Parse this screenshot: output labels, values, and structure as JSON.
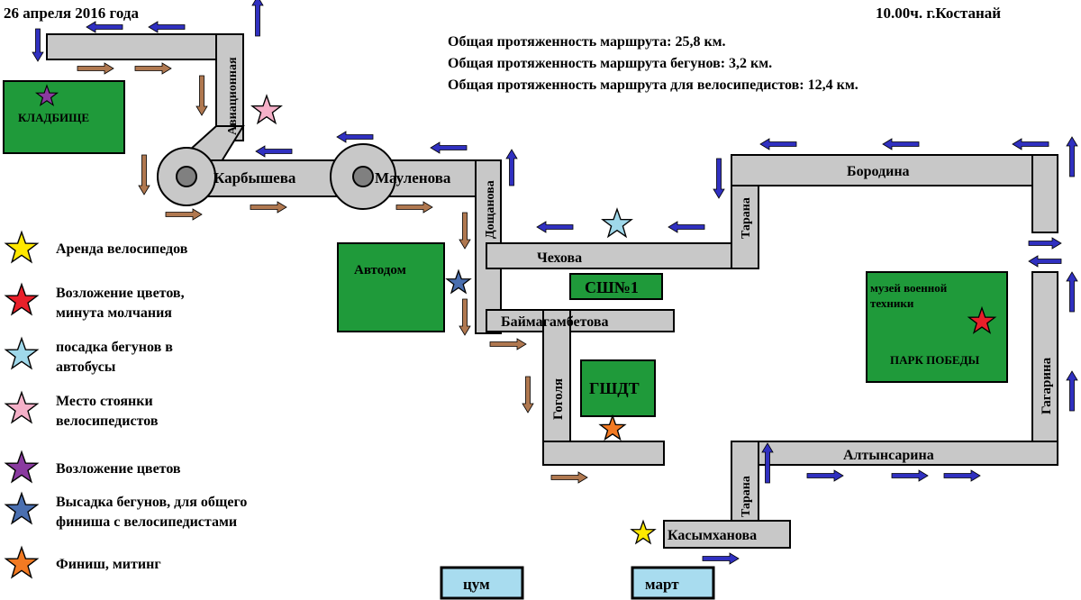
{
  "header": {
    "date": "26 апреля 2016 года",
    "time_city": "10.00ч. г.Костанай"
  },
  "summary": {
    "line1": "Общая протяженность маршрута: 25,8 км.",
    "line2": "Общая протяженность маршрута бегунов: 3,2 км.",
    "line3": "Общая протяженность маршрута для велосипедистов: 12,4 км."
  },
  "streets": {
    "aviatsionnaya": "Авиационная",
    "karbysheva": "Карбышева",
    "maulenova": "Мауленова",
    "doshanova": "Дощанова",
    "chekhova": "Чехова",
    "baimagambetova": "Баймагамбетова",
    "gogolya": "Гоголя",
    "tarana_top": "Тарана",
    "borodina": "Бородина",
    "gagarina": "Гагарина",
    "altynsarina": "Алтынсарина",
    "tarana_bottom": "Тарана",
    "kasymkhanova": "Касымханова"
  },
  "places": {
    "kladbishche": "КЛАДБИЩЕ",
    "avtodom": "Автодом",
    "sshn1": "СШ№1",
    "gshdt": "ГШДТ",
    "museum_line1": "музей военной",
    "museum_line2": "техники",
    "park": "ПАРК ПОБЕДЫ",
    "tsum": "цум",
    "mart": "март"
  },
  "colors": {
    "street": "#c8c8c8",
    "building": "#1f9a3a",
    "shop": "#a8dcef",
    "arrow_blue": "#3030c0",
    "arrow_brown": "#b07850"
  },
  "legend": [
    {
      "icon": "yellow-star-icon",
      "color": "#ffe800",
      "line1": "Аренда велосипедов",
      "line2": ""
    },
    {
      "icon": "red-star-icon",
      "color": "#e8202a",
      "line1": "Возложение цветов,",
      "line2": "минута молчания"
    },
    {
      "icon": "light-blue-star-icon",
      "color": "#9fd8ea",
      "line1": "посадка бегунов в",
      "line2": "автобусы"
    },
    {
      "icon": "pink-star-icon",
      "color": "#f5b0c8",
      "line1": "Место стоянки",
      "line2": "велосипедистов"
    },
    {
      "icon": "purple-star-icon",
      "color": "#8a3aa0",
      "line1": "Возложение цветов",
      "line2": ""
    },
    {
      "icon": "slate-blue-star-icon",
      "color": "#4a6fb0",
      "line1": "Высадка бегунов, для общего",
      "line2": "финиша с велосипедистами"
    },
    {
      "icon": "orange-star-icon",
      "color": "#f27a22",
      "line1": "Финиш, митинг",
      "line2": ""
    }
  ]
}
